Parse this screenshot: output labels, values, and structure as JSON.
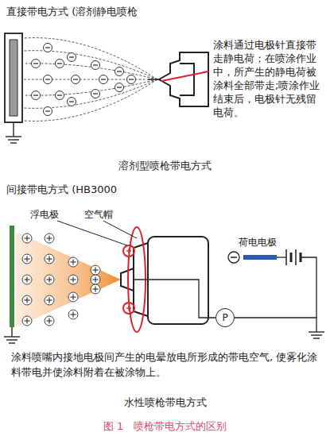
{
  "diagram": {
    "caption": "图 1　喷枪带电方式的区别",
    "nodes": [
      {
        "text": [
          "P"
        ]
      }
    ],
    "labels": [
      "直接带电方式 (溶剂静电喷枪",
      "涂料通过电极针直接带走静电荷；在喷涂作业中，所产生的静电荷被涂料全部带走;喷涂作业结束后，电极针无残留电荷。",
      "溶剂型喷枪带电方式",
      "间接带电方式 (HB3000",
      "浮电极",
      "空气帽",
      "荷电电极",
      "涂料喷嘴内接地电极间产生的电晕放电所形成的带电空气, 使雾化涂料带电并使涂料附着在被涂物上。",
      "水性喷枪带电方式"
    ]
  }
}
